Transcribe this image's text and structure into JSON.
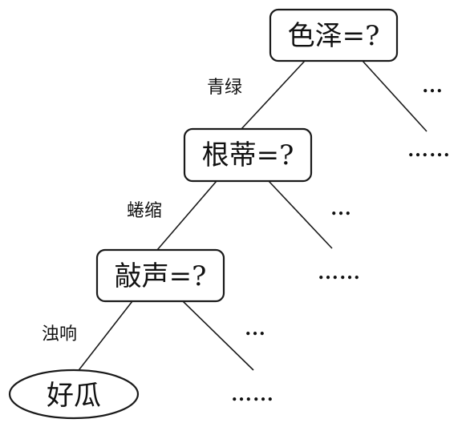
{
  "diagram": {
    "nodes": [
      {
        "id": "color",
        "label": "色泽=?"
      },
      {
        "id": "root",
        "label": "根蒂=?"
      },
      {
        "id": "knock",
        "label": "敲声=?"
      },
      {
        "id": "leaf",
        "label": "好瓜"
      }
    ],
    "edge_labels": {
      "color_root": "青绿",
      "root_knock": "蜷缩",
      "knock_leaf": "浊响"
    },
    "ellipses": {
      "short": "…",
      "long": "……"
    }
  }
}
